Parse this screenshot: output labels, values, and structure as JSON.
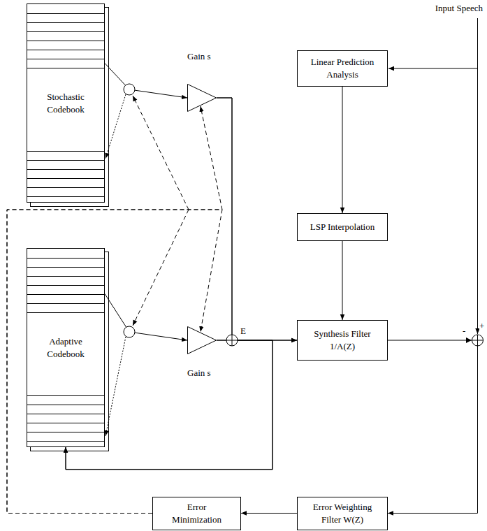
{
  "diagram": {
    "nodes": [
      {
        "text": [
          "Stochastic Codebook"
        ]
      },
      {
        "text": [
          "Gain s"
        ]
      },
      {
        "text": [
          "Linear Prediction Analysis"
        ]
      },
      {
        "text": [
          "LSP Interpolation"
        ]
      },
      {
        "text": [
          "Adaptive Codebook"
        ]
      },
      {
        "text": [
          "Synthesis Filter 1/A(Z)"
        ]
      },
      {
        "text": [
          "Gain s"
        ]
      },
      {
        "text": [
          "Error Minimization"
        ]
      },
      {
        "text": [
          "Error Weighting Filter W(Z)"
        ]
      }
    ],
    "edges": [
      {
        "from": 0,
        "to": 1,
        "arrow": "to"
      },
      {
        "from": 2,
        "to": 3,
        "arrow": "to"
      },
      {
        "from": 3,
        "to": 5,
        "arrow": "to"
      },
      {
        "from": 4,
        "to": 6,
        "arrow": "to"
      },
      {
        "from": 1,
        "to": 5,
        "arrow": "to"
      },
      {
        "from": 6,
        "to": 5,
        "arrow": "to"
      },
      {
        "from": 1,
        "to": 4,
        "arrow": "to"
      },
      {
        "from": 6,
        "to": 4,
        "arrow": "to"
      },
      {
        "from": 5,
        "to": 8,
        "arrow": "to"
      },
      {
        "from": 8,
        "to": 7,
        "arrow": "to"
      },
      {
        "from": 7,
        "to": 1,
        "arrow": "to"
      },
      {
        "from": 7,
        "to": 6,
        "arrow": "to"
      }
    ],
    "labels": [
      "Input Speech",
      "E",
      "+",
      "-"
    ]
  }
}
